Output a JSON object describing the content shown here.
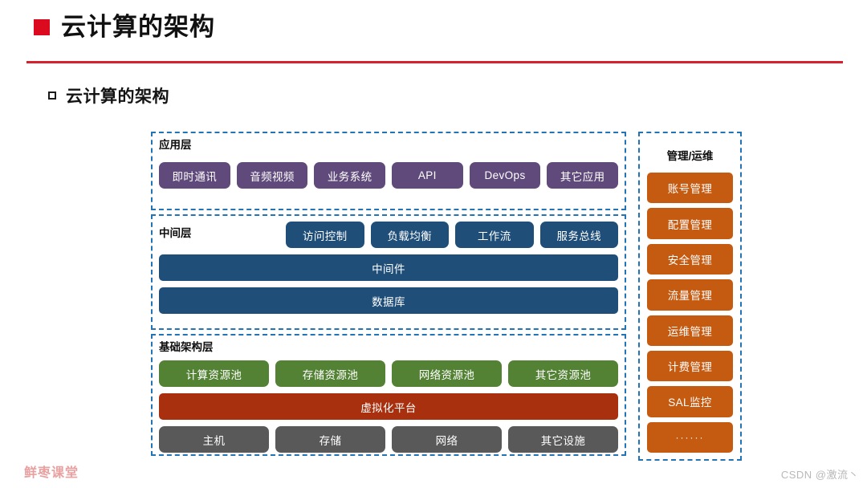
{
  "header": {
    "title": "云计算的架构",
    "bullet_color": "#dc0a1e",
    "rule_color": "#d8202f"
  },
  "subtitle": {
    "text": "云计算的架构"
  },
  "diagram": {
    "border_color": "#2274b7",
    "layers": [
      {
        "id": "application",
        "title": "应用层",
        "chip_color": "#604a7b",
        "chips": [
          {
            "label": "即时通讯"
          },
          {
            "label": "音频视频"
          },
          {
            "label": "业务系统"
          },
          {
            "label": "API"
          },
          {
            "label": "DevOps"
          },
          {
            "label": "其它应用"
          }
        ]
      },
      {
        "id": "middleware",
        "title": "中间层",
        "chip_color": "#1f4e79",
        "chips": [
          {
            "label": "访问控制"
          },
          {
            "label": "负载均衡"
          },
          {
            "label": "工作流"
          },
          {
            "label": "服务总线"
          }
        ],
        "bars": [
          {
            "label": "中间件",
            "color": "#1f4e79"
          },
          {
            "label": "数据库",
            "color": "#1f4e79"
          }
        ]
      },
      {
        "id": "infrastructure",
        "title": "基础架构层",
        "chip_color": "#548235",
        "chips": [
          {
            "label": "计算资源池"
          },
          {
            "label": "存储资源池"
          },
          {
            "label": "网络资源池"
          },
          {
            "label": "其它资源池"
          }
        ],
        "platform_bar": {
          "label": "虚拟化平台",
          "color": "#a9300f"
        },
        "hardware_color": "#595959",
        "hardware": [
          {
            "label": "主机"
          },
          {
            "label": "存储"
          },
          {
            "label": "网络"
          },
          {
            "label": "其它设施"
          }
        ]
      }
    ],
    "management": {
      "title": "管理/运维",
      "chip_color": "#c55a11",
      "items": [
        {
          "label": "账号管理"
        },
        {
          "label": "配置管理"
        },
        {
          "label": "安全管理"
        },
        {
          "label": "流量管理"
        },
        {
          "label": "运维管理"
        },
        {
          "label": "计费管理"
        },
        {
          "label": "SAL监控"
        },
        {
          "label": "······"
        }
      ]
    }
  },
  "footer": {
    "brand": "鲜枣课堂",
    "watermark": "CSDN @激流丶"
  }
}
